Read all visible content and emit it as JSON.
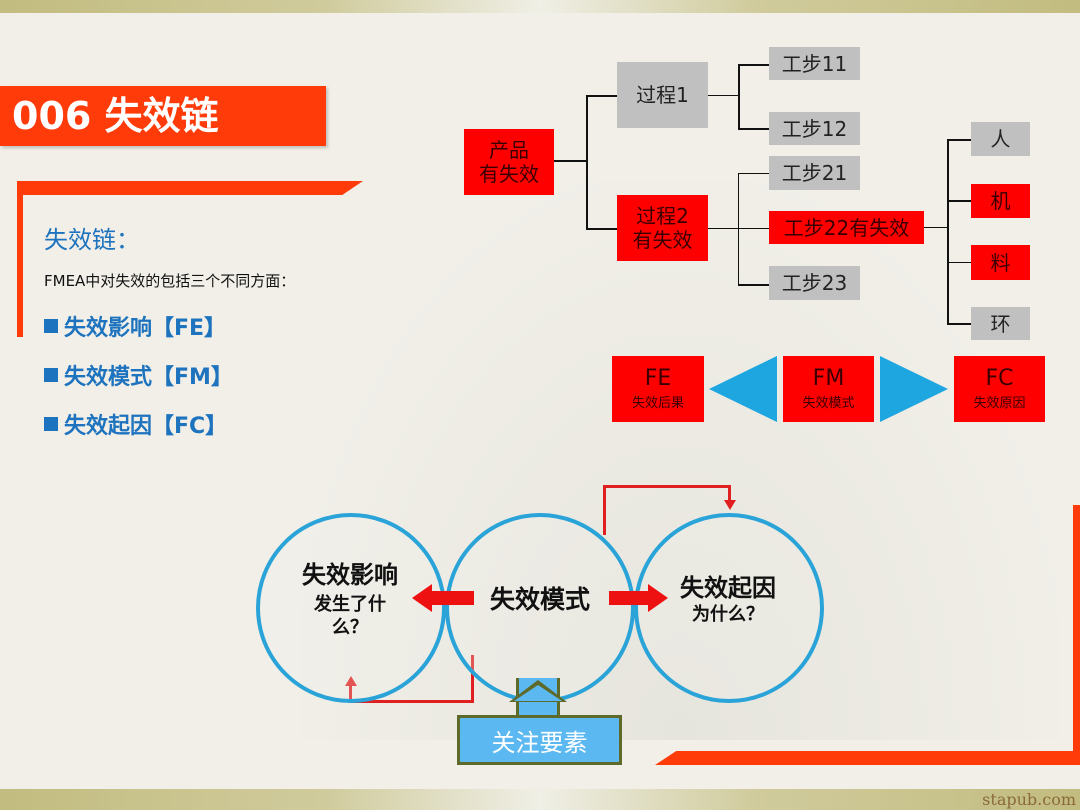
{
  "slide": {
    "title": "006 失效链",
    "watermark": "stapub.com"
  },
  "left_panel": {
    "heading": "失效链：",
    "description": "FMEA中对失效的包括三个不同方面：",
    "bullets": [
      {
        "label": "失效影响【FE】"
      },
      {
        "label": "失效模式【FM】"
      },
      {
        "label": "失效起因【FC】"
      }
    ]
  },
  "tree": {
    "root": {
      "label": "产品\n有失效",
      "status": "failed"
    },
    "processes": [
      {
        "label": "过程1",
        "status": "ok",
        "steps": [
          {
            "label": "工步11",
            "status": "ok"
          },
          {
            "label": "工步12",
            "status": "ok"
          }
        ]
      },
      {
        "label": "过程2\n有失效",
        "status": "failed",
        "steps": [
          {
            "label": "工步21",
            "status": "ok"
          },
          {
            "label": "工步22有失效",
            "status": "failed"
          },
          {
            "label": "工步23",
            "status": "ok"
          }
        ]
      }
    ],
    "factors": [
      {
        "label": "人",
        "status": "ok"
      },
      {
        "label": "机",
        "status": "failed"
      },
      {
        "label": "料",
        "status": "failed"
      },
      {
        "label": "环",
        "status": "ok"
      }
    ]
  },
  "chain": {
    "fe": {
      "code": "FE",
      "sub": "失效后果"
    },
    "fm": {
      "code": "FM",
      "sub": "失效模式"
    },
    "fc": {
      "code": "FC",
      "sub": "失效原因"
    }
  },
  "circles": {
    "effect": {
      "title": "失效影响",
      "sub1": "发生了什",
      "sub2": "么？"
    },
    "mode": {
      "title": "失效模式"
    },
    "cause": {
      "title": "失效起因",
      "sub": "为什么？"
    },
    "focus_label": "关注要素"
  },
  "colors": {
    "accent_orange": "#ff3b0a",
    "failed_red": "#ff0000",
    "ok_gray": "#c0c0c0",
    "heading_blue": "#1e73be",
    "circle_blue": "#2aa4d8",
    "triangle_blue": "#1ea6e0",
    "focus_blue": "#5cb8f0",
    "arrow_red": "#e02020"
  }
}
